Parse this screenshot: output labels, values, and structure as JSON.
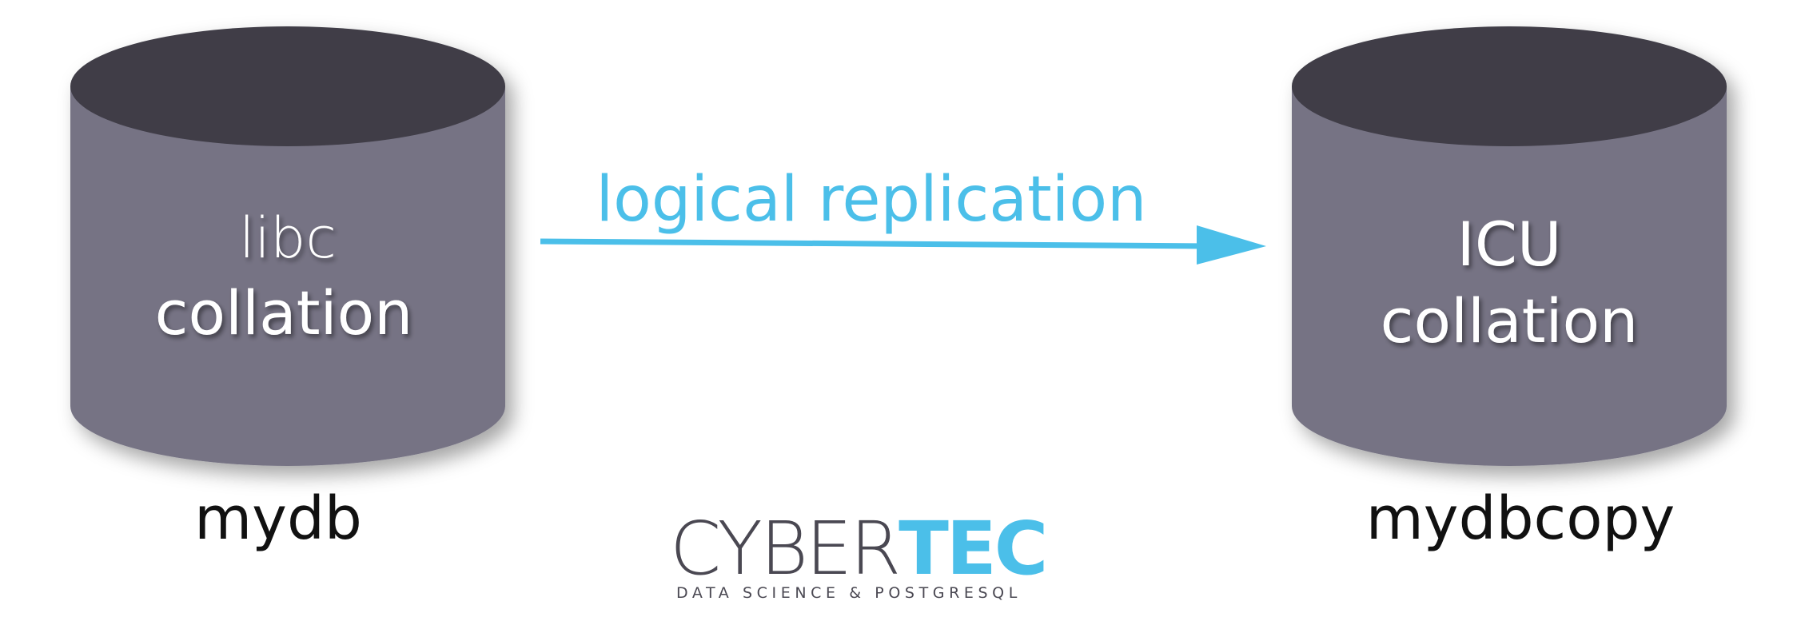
{
  "source_db": {
    "line1": "libc",
    "line2": "collation",
    "name": "mydb"
  },
  "target_db": {
    "line1": "ICU",
    "line2": "collation",
    "name": "mydbcopy"
  },
  "arrow": {
    "label": "logical replication"
  },
  "logo": {
    "brand_part1": "CYBER",
    "brand_part2": "TEC",
    "tagline": "DATA SCIENCE & POSTGRESQL"
  },
  "colors": {
    "accent": "#4bbfe9",
    "db_body": "#767384",
    "db_top": "#3f3d47",
    "logo_dark": "#4a4852"
  }
}
